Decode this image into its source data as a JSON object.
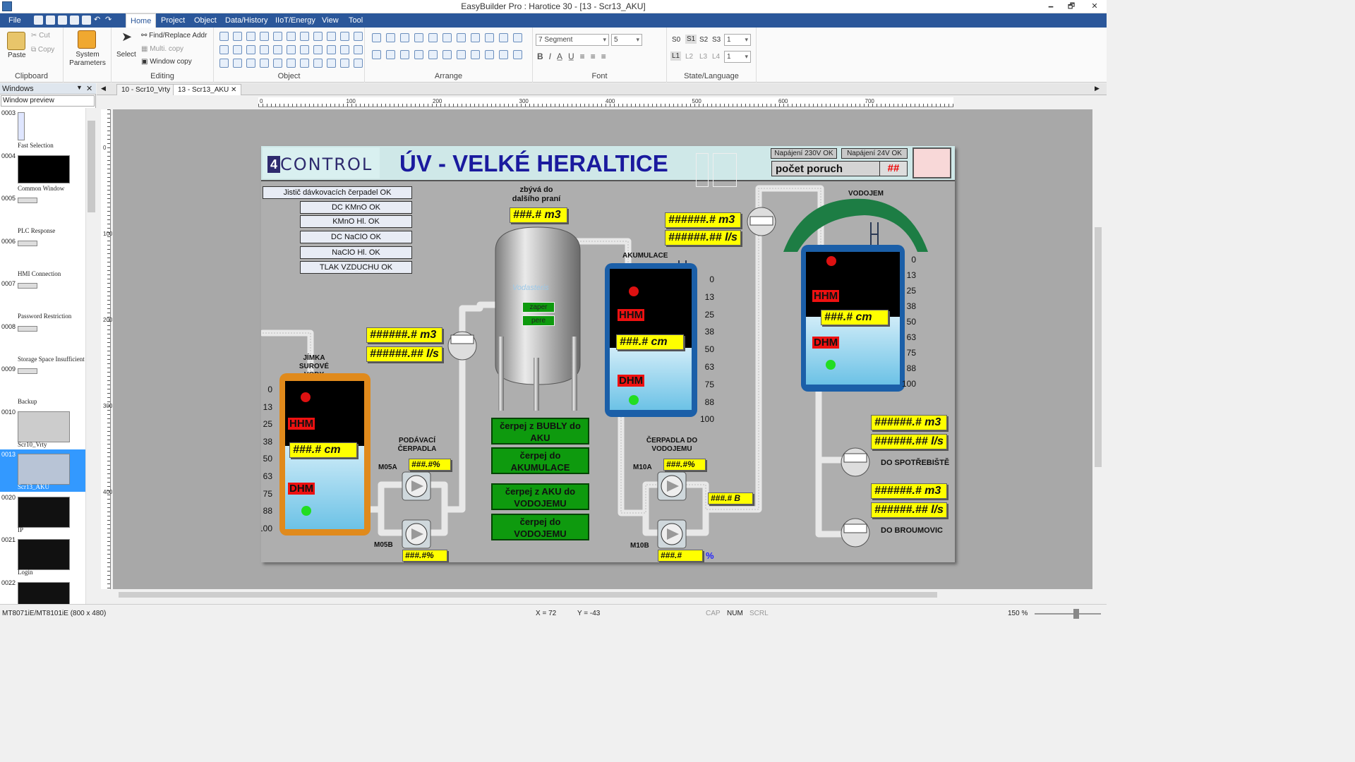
{
  "window": {
    "title": "EasyBuilder Pro : Harotice 30 - [13 - Scr13_AKU]",
    "min": "🗕",
    "max": "🗗",
    "close": "✕"
  },
  "menu": {
    "items": [
      "File",
      "Home",
      "Project",
      "Object",
      "Data/History",
      "IIoT/Energy",
      "View",
      "Tool"
    ]
  },
  "ribbon": {
    "clipboard": {
      "paste": "Paste",
      "cut": "Cut",
      "copy": "Copy",
      "label": "Clipboard"
    },
    "sysparams": {
      "label": "System Parameters"
    },
    "editing": {
      "select": "Select",
      "find": "Find/Replace Addr",
      "multi": "Multi. copy",
      "wcopy": "Window copy",
      "label": "Editing"
    },
    "object": {
      "label": "Object"
    },
    "arrange": {
      "label": "Arrange"
    },
    "font": {
      "face": "7 Segment",
      "size": "5",
      "label": "Font"
    },
    "state": {
      "s": [
        "S0",
        "S1",
        "S2",
        "S3"
      ],
      "l": [
        "L1",
        "L2",
        "L3",
        "L4"
      ],
      "sval": "1",
      "lval": "1",
      "label": "State/Language"
    }
  },
  "leftpanel": {
    "title": "Windows",
    "combo": "Window preview",
    "items": [
      {
        "num": "0003",
        "name": "Fast Selection"
      },
      {
        "num": "0004",
        "name": "Common Window"
      },
      {
        "num": "0005",
        "name": "PLC Response"
      },
      {
        "num": "0006",
        "name": "HMI Connection"
      },
      {
        "num": "0007",
        "name": "Password Restriction"
      },
      {
        "num": "0008",
        "name": "Storage Space Insufficient"
      },
      {
        "num": "0009",
        "name": "Backup"
      },
      {
        "num": "0010",
        "name": "Scr10_Vrty"
      },
      {
        "num": "0013",
        "name": "Scr13_AKU"
      },
      {
        "num": "0020",
        "name": "IP"
      },
      {
        "num": "0021",
        "name": "Login"
      },
      {
        "num": "0022",
        "name": ""
      }
    ]
  },
  "tabs": [
    "10 - Scr10_Vrty",
    "13 - Scr13_AKU"
  ],
  "ruler": {
    "h": [
      "0",
      "100",
      "200",
      "300",
      "400",
      "500",
      "600",
      "700"
    ],
    "v": [
      "0",
      "100",
      "200",
      "300",
      "400"
    ]
  },
  "hmi": {
    "logo": {
      "mark": "4",
      "text": "CONTROL"
    },
    "title": "ÚV - VELKÉ HERALTICE",
    "pwr230": "Napájení 230V OK",
    "pwr24": "Napájení 24V OK",
    "poruch": "počet poruch",
    "poruch_val": "##",
    "status": [
      "Jistič dávkovacích čerpadel OK",
      "DC KMnO OK",
      "KMnO Hl. OK",
      "DC NaClO OK",
      "NaClO Hl. OK",
      "TLAK VZDUCHU OK"
    ],
    "zbyva": "zbývá do dalšího praní",
    "zbyva_val": "###.# m3",
    "flow_m3": "######.# m3",
    "flow_ls": "######.## l/s",
    "jimka": "JÍMKA SUROVÉ VODY",
    "akumulace": "AKUMULACE",
    "vodojem": "VODOJEM",
    "podavaci": "PODÁVACÍ ČERPADLA",
    "cerpadla_vod": "ČERPADLA DO VODOJEMU",
    "level_cm": "###.# cm",
    "hhm": "HHM",
    "dhm": "DHM",
    "scale": [
      "0",
      "13",
      "25",
      "38",
      "50",
      "63",
      "75",
      "88",
      "100"
    ],
    "pct": "###.#%",
    "pct_b": "###.#",
    "pct_sign": "%",
    "m05a": "M05A",
    "m05b": "M05B",
    "m10a": "M10A",
    "m10b": "M10B",
    "bar_b": "###.# B",
    "zaper": "zaper",
    "pere": "pere",
    "vodosteris": "Vodasteris",
    "buttons": [
      "čerpej z BUBLY do AKU",
      "čerpej do AKUMULACE",
      "čerpej z AKU do VODOJEMU",
      "čerpej do VODOJEMU"
    ],
    "spotreb": "DO SPOTŘEBIŠTĚ",
    "broumov": "DO BROUMOVIC"
  },
  "status": {
    "device": "MT8071iE/MT8101iE (800 x 480)",
    "x": "X = 72",
    "y": "Y = -43",
    "cap": "CAP",
    "num": "NUM",
    "scrl": "SCRL",
    "zoom": "150 %"
  },
  "colors": {
    "accent": "#2b579a",
    "hmi_bg": "#aeaeae",
    "yellow": "#ffff00",
    "green": "#0e9a0e",
    "red": "#ee1111",
    "tank_blue": "#1b5fa8",
    "tank_orange": "#e08a1c"
  }
}
